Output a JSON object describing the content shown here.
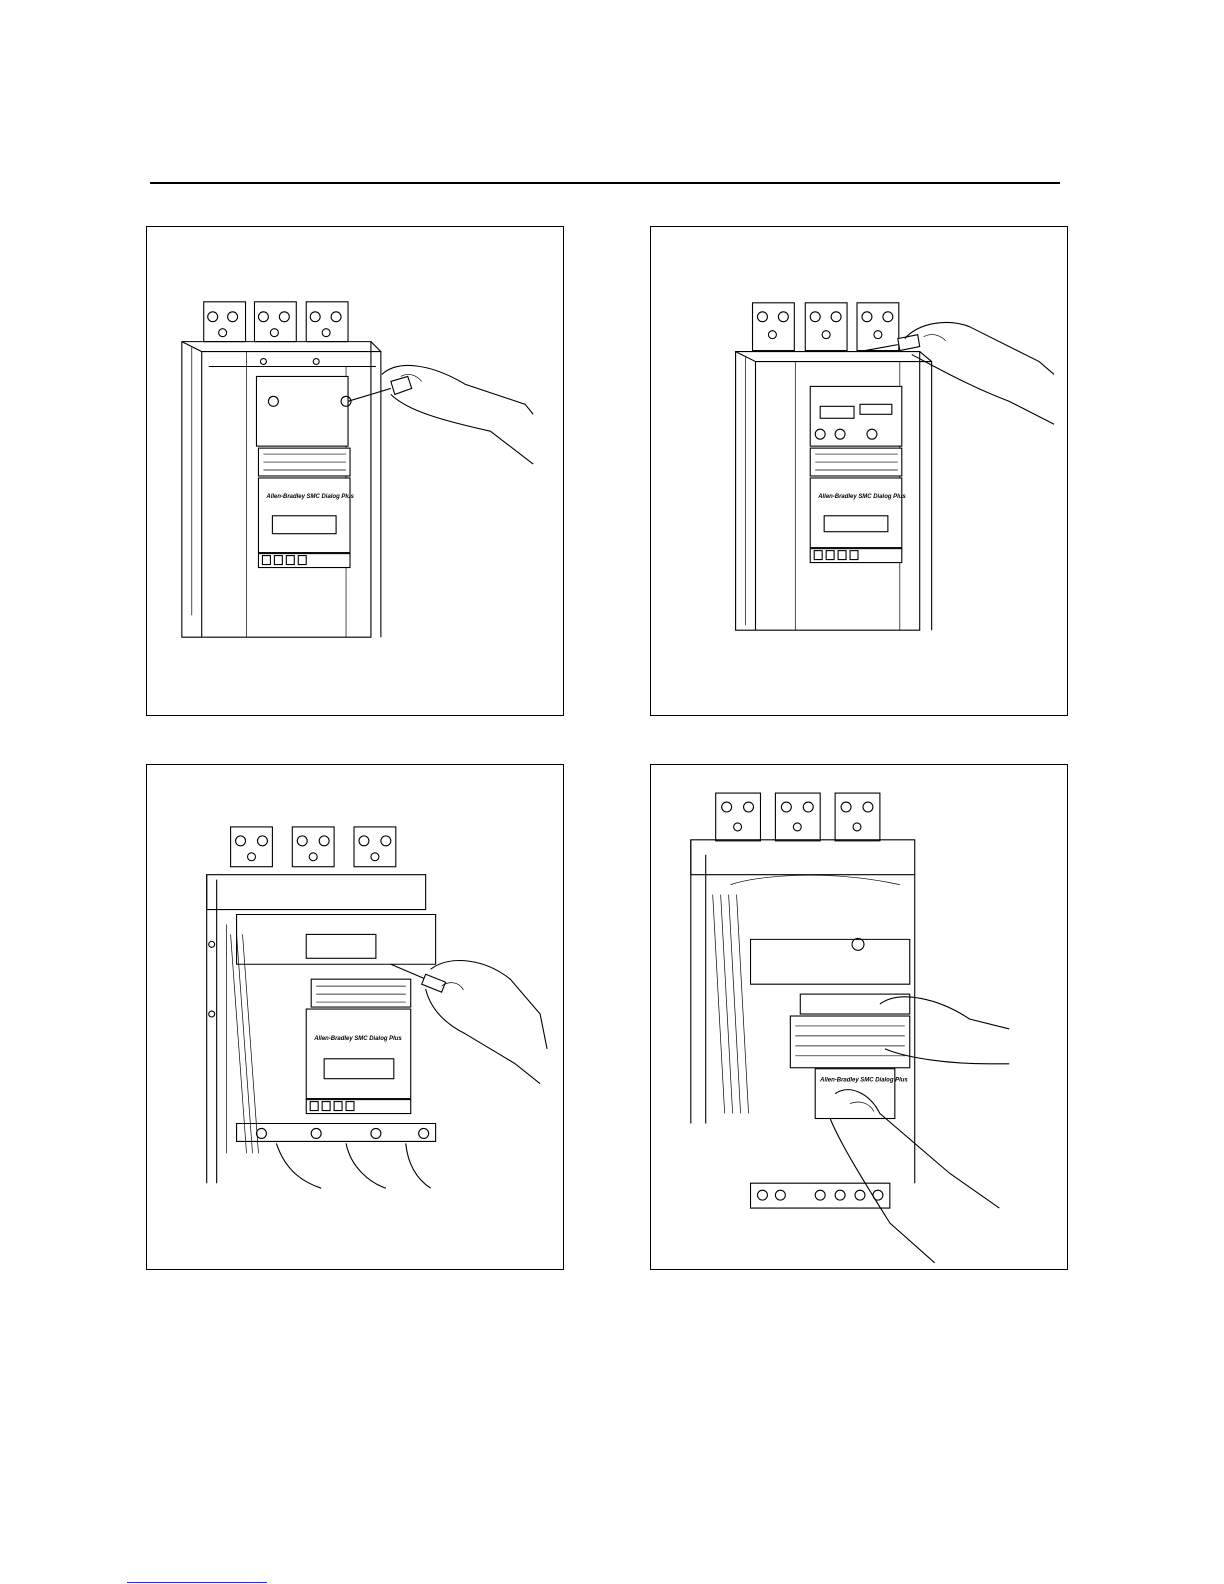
{
  "page": {
    "background": "#ffffff",
    "line_color": "#000000"
  },
  "figures": [
    {
      "id": "fig-1",
      "icon": "screwdriver-removing-top-cover-screw"
    },
    {
      "id": "fig-2",
      "icon": "screwdriver-removing-frame-screw"
    },
    {
      "id": "fig-3",
      "icon": "screwdriver-loosening-terminal-screw"
    },
    {
      "id": "fig-4",
      "icon": "hands-removing-control-module"
    }
  ],
  "device": {
    "brand_label": "Allen-Bradley  SMC Dialog Plus"
  }
}
